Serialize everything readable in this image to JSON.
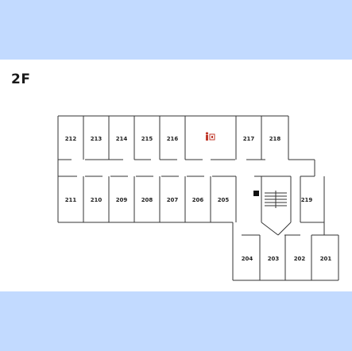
{
  "floor_label": "2F",
  "colors": {
    "band": "#c2daff",
    "wall": "#333333",
    "restroom_icon": "#c0392b"
  },
  "icons": {
    "restroom": "restroom-icon",
    "stairs": "stairs-icon",
    "elevator": "elevator-icon"
  },
  "rooms": {
    "r212": "212",
    "r213": "213",
    "r214": "214",
    "r215": "215",
    "r216": "216",
    "r217": "217",
    "r218": "218",
    "r211": "211",
    "r210": "210",
    "r209": "209",
    "r208": "208",
    "r207": "207",
    "r206": "206",
    "r205": "205",
    "r219": "219",
    "r204": "204",
    "r203": "203",
    "r202": "202",
    "r201": "201"
  }
}
